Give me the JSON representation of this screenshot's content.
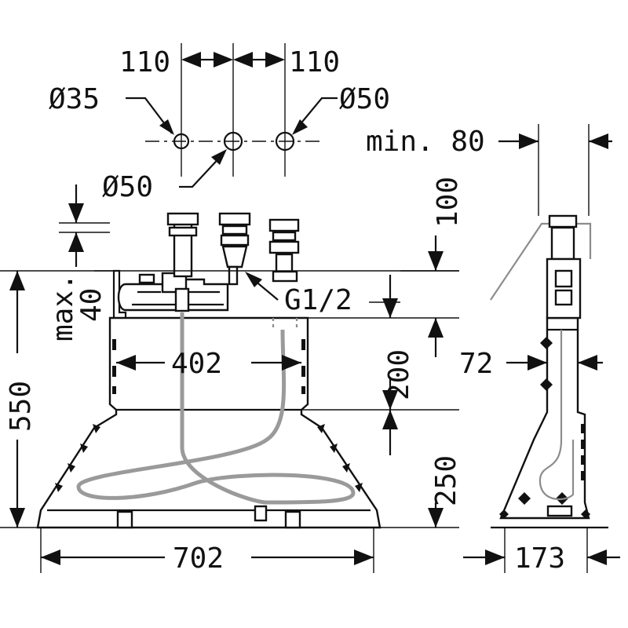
{
  "dimensions": {
    "spacing_left": "110",
    "spacing_right": "110",
    "dia_left": "Ø35",
    "dia_right": "Ø50",
    "dia_center": "Ø50",
    "min_80": "min. 80",
    "height_100": "100",
    "max_40_line1": "max.",
    "max_40_line2": "40",
    "thread": "G1/2",
    "width_402": "402",
    "height_200": "200",
    "height_550": "550",
    "height_250": "250",
    "width_702": "702",
    "side_72": "72",
    "side_173": "173"
  },
  "colors": {
    "line": "#111111",
    "hose": "#8c8c8c"
  }
}
